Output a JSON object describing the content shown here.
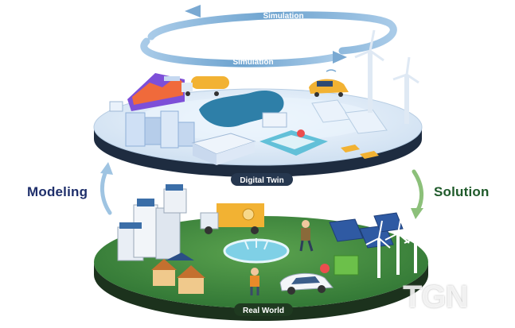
{
  "top_platform": {
    "label": "Digital Twin",
    "arrows": [
      "Simulation",
      "Simulation"
    ]
  },
  "bottom_platform": {
    "label": "Real World"
  },
  "side_arrows": {
    "left_label": "Modeling",
    "right_label": "Solution"
  },
  "watermark": "TGN",
  "colors": {
    "digital_surface": "#dbe9f8",
    "digital_rim": "#26374f",
    "real_surface": "#2f7d3a",
    "real_rim": "#1f3a20",
    "modeling_text": "#1f2f6b",
    "solution_text": "#1f5a2a",
    "arrow_blue": "#7fb0d8",
    "arrow_green": "#8cc07a"
  }
}
